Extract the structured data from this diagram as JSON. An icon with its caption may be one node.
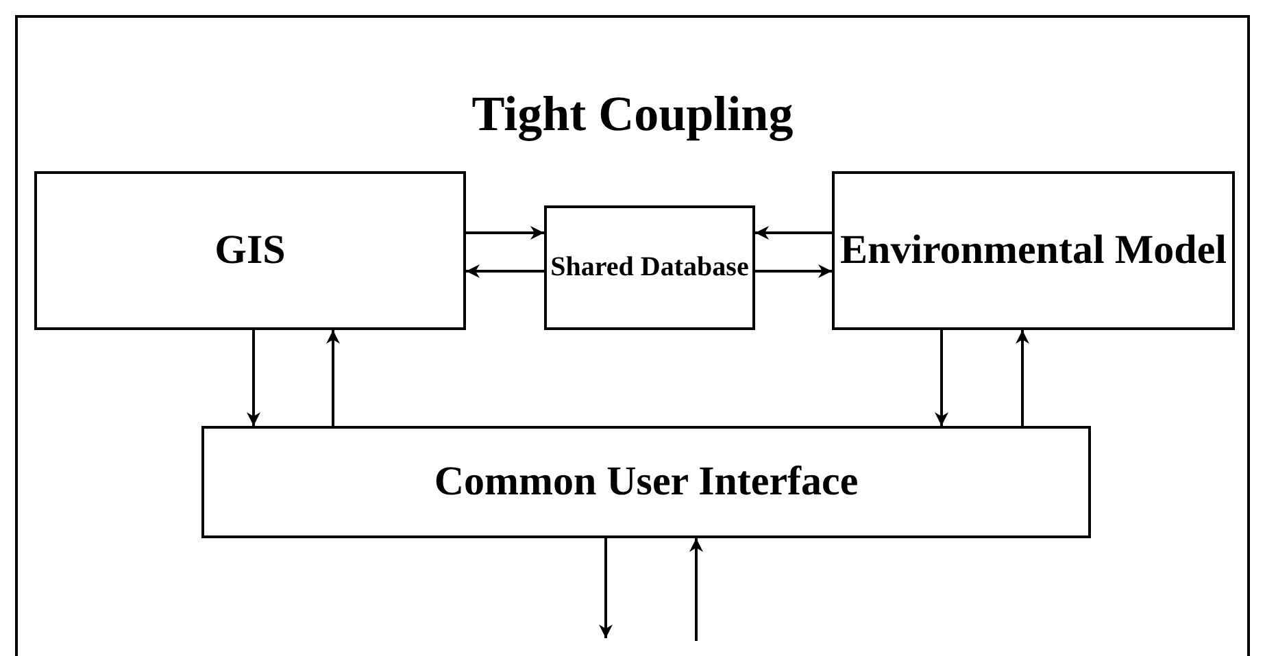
{
  "diagram": {
    "title": "Tight Coupling",
    "nodes": [
      {
        "text": [
          "GIS"
        ]
      },
      {
        "text": [
          "Shared Database"
        ]
      },
      {
        "text": [
          "Environmental Model"
        ]
      },
      {
        "text": [
          "Common User Interface"
        ]
      }
    ],
    "edges": [
      {
        "from": 0,
        "to": 1,
        "arrow": "to"
      },
      {
        "from": 1,
        "to": 0,
        "arrow": "to"
      },
      {
        "from": 2,
        "to": 1,
        "arrow": "to"
      },
      {
        "from": 1,
        "to": 2,
        "arrow": "to"
      },
      {
        "from": 0,
        "to": 3,
        "arrow": "to"
      },
      {
        "from": 3,
        "to": 0,
        "arrow": "to"
      },
      {
        "from": 2,
        "to": 3,
        "arrow": "to"
      },
      {
        "from": 3,
        "to": 2,
        "arrow": "to"
      },
      {
        "from": 3,
        "to": null,
        "arrow": "to"
      },
      {
        "from": null,
        "to": 3,
        "arrow": "to"
      }
    ]
  }
}
